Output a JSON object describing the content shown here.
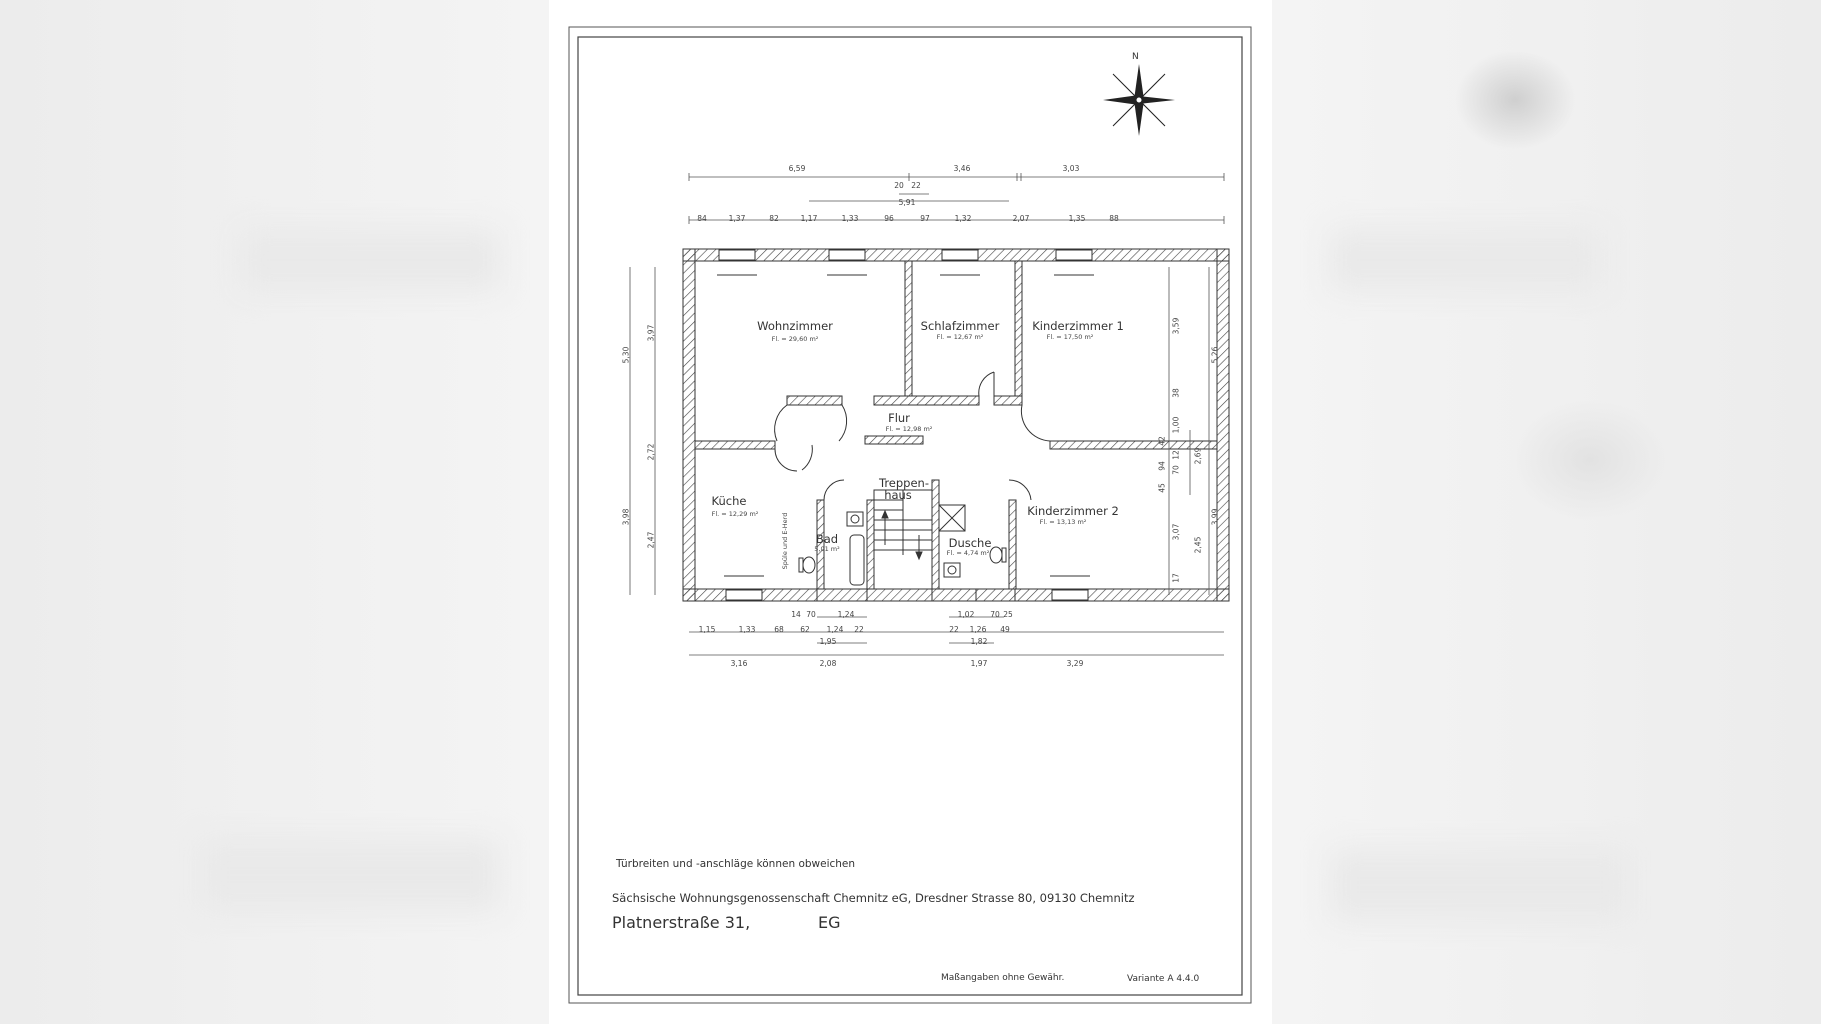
{
  "north_label": "N",
  "rooms": {
    "wohnzimmer": {
      "name": "Wohnzimmer",
      "area": "Fl. = 29,60 m²"
    },
    "schlafzimmer": {
      "name": "Schlafzimmer",
      "area": "Fl. = 12,67 m²"
    },
    "kinderzimmer1": {
      "name": "Kinderzimmer 1",
      "area": "Fl. = 17,50 m²"
    },
    "flur": {
      "name": "Flur",
      "area": "Fl. = 12,98 m²"
    },
    "treppenhaus": {
      "name_line1": "Treppen-",
      "name_line2": "haus"
    },
    "kueche": {
      "name": "Küche",
      "area": "Fl. = 12,29 m²",
      "note": "Spüle und E-Herd"
    },
    "bad": {
      "name": "Bad",
      "area": "5,01 m²"
    },
    "dusche": {
      "name": "Dusche",
      "area": "Fl. = 4,74 m²"
    },
    "kinderzimmer2": {
      "name": "Kinderzimmer 2",
      "area": "Fl. = 13,13 m²"
    }
  },
  "dims_top": {
    "row1": [
      "6,59",
      "3,46",
      "3,03"
    ],
    "row2": [
      "20",
      "22"
    ],
    "row3": [
      "5,91"
    ],
    "row4": [
      "84",
      "1,37",
      "82",
      "1,17",
      "1,33",
      "96",
      "97",
      "1,32",
      "2,07",
      "1,35",
      "88"
    ]
  },
  "dims_bottom": {
    "row1": [
      "14",
      "70",
      "1,24",
      "1,02",
      "70",
      "25"
    ],
    "row2": [
      "1,15",
      "1,33",
      "68",
      "62",
      "1,24",
      "22",
      "22",
      "1,26",
      "49"
    ],
    "row3": [
      "1,95",
      "1,82"
    ],
    "row4": [
      "3,16",
      "2,08",
      "1,97",
      "3,29"
    ]
  },
  "dims_left": [
    "5,30",
    "3,97",
    "2,72",
    "3,98",
    "2,47"
  ],
  "dims_right": [
    "3,59",
    "5,26",
    "38",
    "1,00",
    "42",
    "2,69",
    "94",
    "12",
    "45",
    "70",
    "3,99",
    "3,07",
    "2,45",
    "17"
  ],
  "footer": {
    "note": "Türbreiten und -anschläge können obweichen",
    "company": "Sächsische Wohnungsgenossenschaft Chemnitz eG, Dresdner Strasse 80, 09130 Chemnitz",
    "address": "Platnerstraße 31,",
    "floor": "EG",
    "disclaimer": "Maßangaben ohne Gewähr.",
    "variant": "Variante   A 4.4.0"
  },
  "colors": {
    "line": "#333333",
    "background": "#ffffff",
    "outside": "#f2f2f2"
  }
}
